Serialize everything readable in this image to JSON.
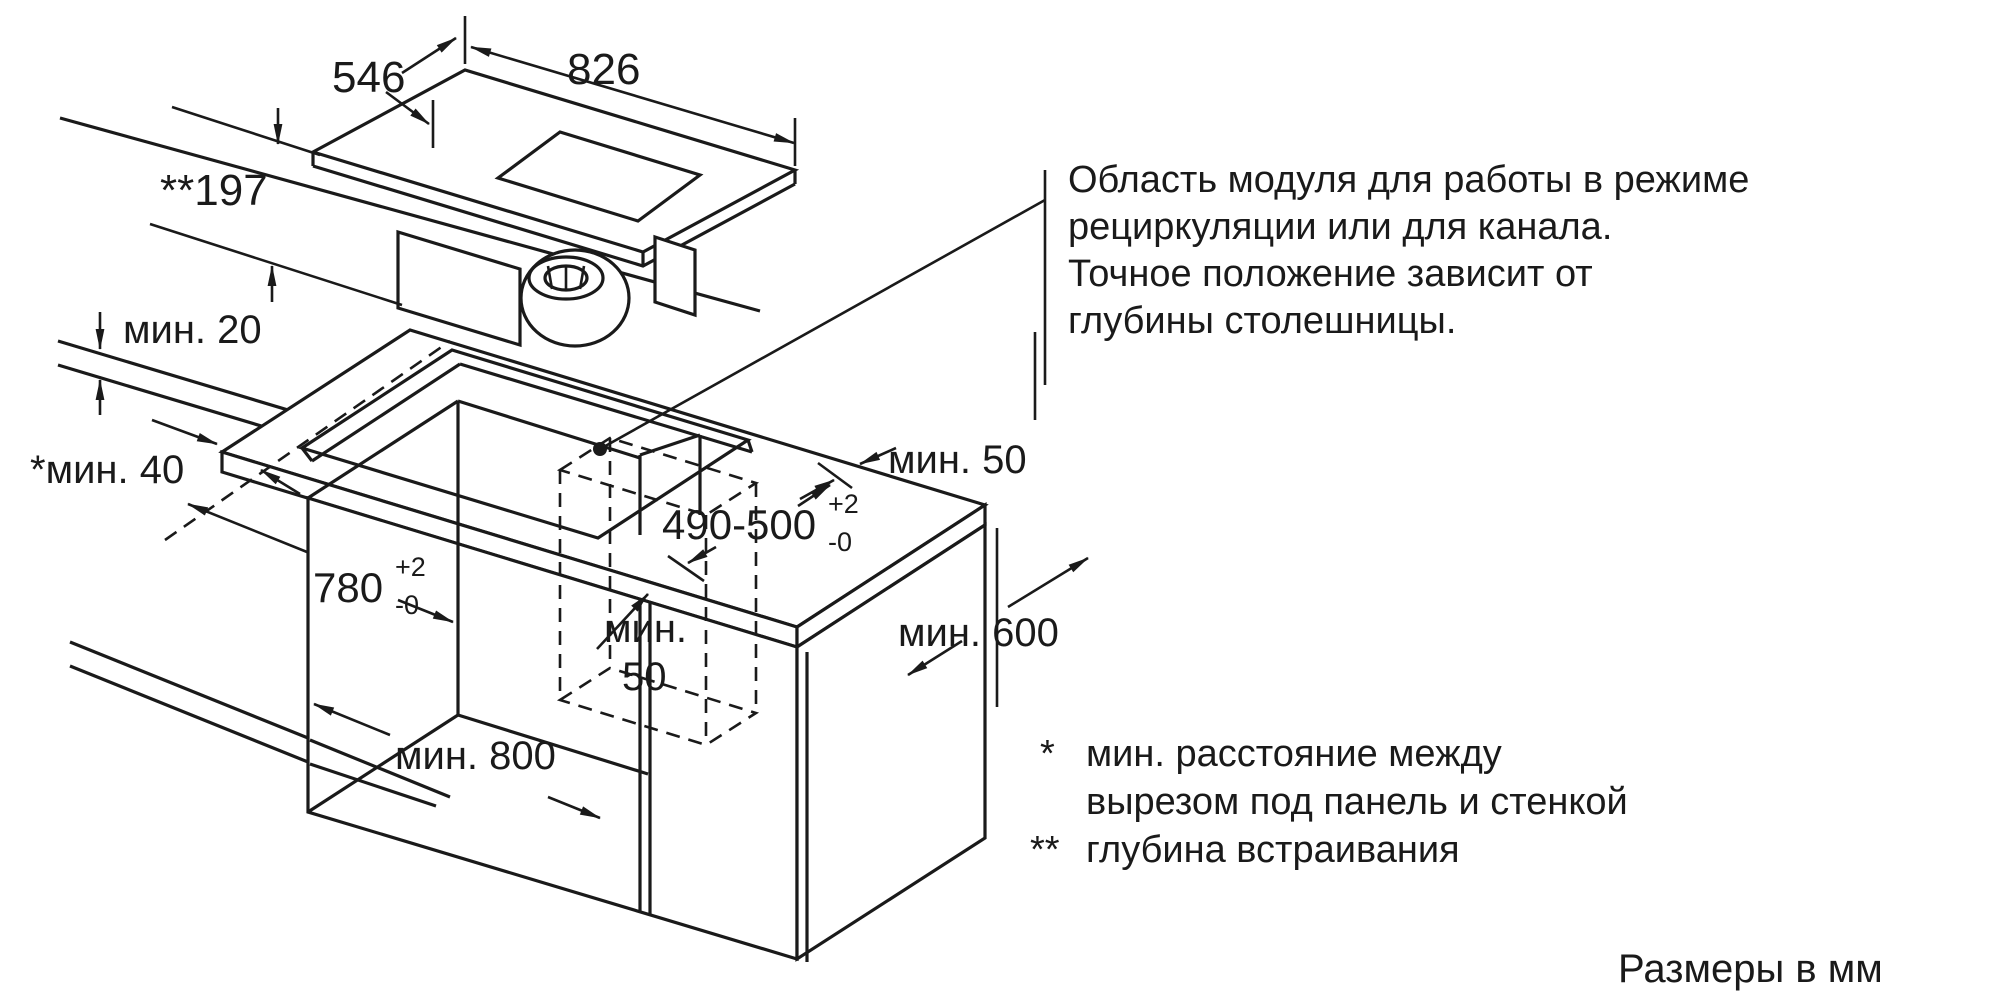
{
  "drawing": {
    "labels": {
      "cooktop_width": "546",
      "cooktop_length": "826",
      "install_depth": "**197",
      "wall_gap": "мин. 20",
      "wall_cutout_gap": "*мин. 40",
      "cutout_length": "780",
      "cutout_length_tol_plus": "+2",
      "cutout_length_tol_minus": "-0",
      "cutout_depth": "490-500",
      "cutout_depth_tol_plus": "+2",
      "cutout_depth_tol_minus": "-0",
      "back_clearance": "мин. 50",
      "front_clearance_line1": "мин.",
      "front_clearance_line2": "50",
      "worktop_depth": "мин. 600",
      "cabinet_width": "мин. 800"
    },
    "callout": {
      "lines": [
        "Область модуля для работы в режиме",
        "рециркуляции или для канала.",
        "Точное положение зависит от",
        "глубины столешницы."
      ]
    },
    "footnotes": {
      "star_marker": "*",
      "star_line1": "мин. расстояние между",
      "star_line2": "вырезом под панель и стенкой",
      "dstar_marker": "**",
      "dstar_line": "глубина встраивания"
    },
    "units_note": "Размеры в мм",
    "colors": {
      "line": "#1a1a1a",
      "background": "#ffffff"
    }
  }
}
